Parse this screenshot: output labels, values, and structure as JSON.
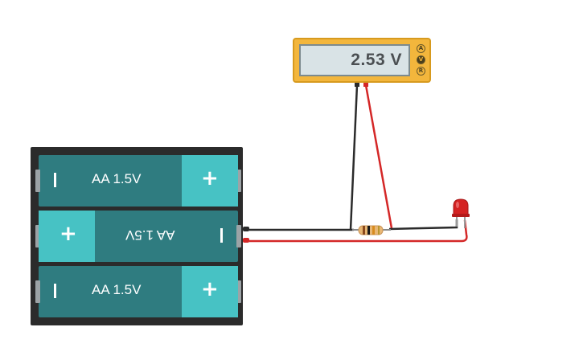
{
  "multimeter": {
    "reading": "2.53 V",
    "modes": [
      "A",
      "V",
      "R"
    ],
    "selected_mode": "V",
    "color": "#f3b63c"
  },
  "battery_pack": {
    "cells": [
      {
        "label": "AA 1.5V",
        "positive": "+",
        "orientation": "normal"
      },
      {
        "label": "AA 1.5V",
        "positive": "+",
        "orientation": "reversed"
      },
      {
        "label": "AA 1.5V",
        "positive": "+",
        "orientation": "normal"
      }
    ],
    "cell_color": "#2f7c80",
    "cap_color": "#47c2c4"
  },
  "components": {
    "resistor": "resistor-icon",
    "led": "red-led-icon"
  },
  "wires": {
    "black_color": "#2b2b2b",
    "red_color": "#d42727"
  }
}
